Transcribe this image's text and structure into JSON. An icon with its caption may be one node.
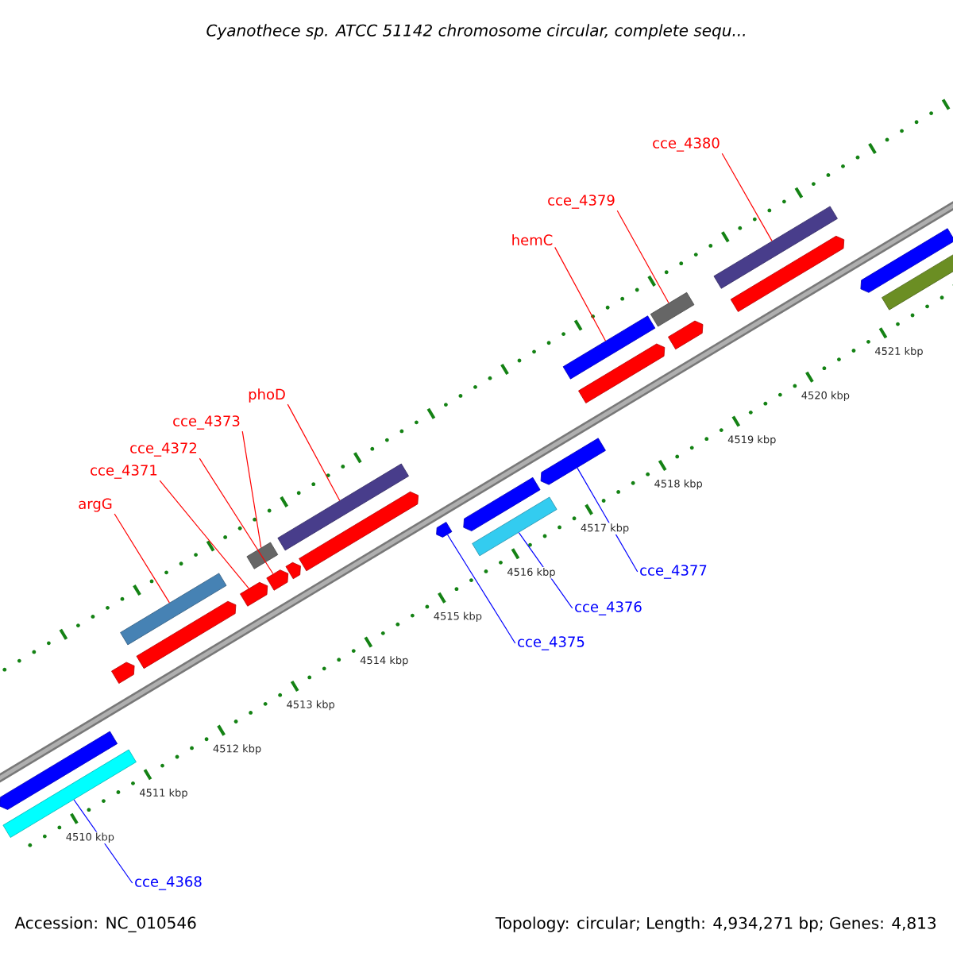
{
  "diagram": {
    "title": "Cyanothece sp. ATCC 51142 chromosome circular, complete sequ...",
    "nodes": [
      {
        "text": [
          "argG"
        ]
      },
      {
        "text": [
          "cce_4371"
        ]
      },
      {
        "text": [
          "cce_4372"
        ]
      },
      {
        "text": [
          "cce_4373"
        ]
      },
      {
        "text": [
          "phoD"
        ]
      },
      {
        "text": [
          "hemC"
        ]
      },
      {
        "text": [
          "cce_4379"
        ]
      },
      {
        "text": [
          "cce_4380"
        ]
      },
      {
        "text": [
          "cce_4368"
        ]
      },
      {
        "text": [
          "cce_4375"
        ]
      },
      {
        "text": [
          "cce_4376"
        ]
      },
      {
        "text": [
          "cce_4377"
        ]
      },
      {
        "text": [],
        "shape": "bar"
      },
      {
        "text": [],
        "shape": "bar"
      },
      {
        "text": [],
        "shape": "bar"
      },
      {
        "text": [],
        "shape": "bar"
      },
      {
        "text": [],
        "shape": "bar"
      },
      {
        "text": [],
        "shape": "bar"
      },
      {
        "text": [],
        "shape": "bar"
      },
      {
        "text": [],
        "shape": "bar"
      },
      {
        "text": [],
        "shape": "bar"
      },
      {
        "text": [],
        "shape": "bar"
      },
      {
        "text": [],
        "shape": "bar"
      },
      {
        "text": [],
        "shape": "bar"
      },
      {
        "text": [],
        "shape": "bar"
      },
      {
        "text": [],
        "shape": "bar"
      },
      {
        "text": [],
        "shape": "bar"
      },
      {
        "text": [],
        "shape": "bar"
      },
      {
        "text": [],
        "shape": "bar"
      },
      {
        "text": [],
        "shape": "bar"
      },
      {
        "text": [],
        "shape": "bar"
      },
      {
        "text": [],
        "shape": "bar"
      },
      {
        "text": [],
        "shape": "bar"
      },
      {
        "text": [],
        "shape": "bar"
      },
      {
        "text": [],
        "shape": "bar"
      }
    ],
    "edges": [
      {
        "from": 0,
        "to": 16,
        "arrow": "none"
      },
      {
        "from": 1,
        "to": 17,
        "arrow": "none"
      },
      {
        "from": 2,
        "to": 19,
        "arrow": "none"
      },
      {
        "from": 3,
        "to": 18,
        "arrow": "none"
      },
      {
        "from": 4,
        "to": 21,
        "arrow": "none"
      },
      {
        "from": 5,
        "to": 28,
        "arrow": "none"
      },
      {
        "from": 6,
        "to": 29,
        "arrow": "none"
      },
      {
        "from": 7,
        "to": 31,
        "arrow": "none"
      },
      {
        "from": 8,
        "to": 12,
        "arrow": "none",
        "color": "#0000ff"
      },
      {
        "from": 9,
        "to": 23,
        "arrow": "none",
        "color": "#0000ff"
      },
      {
        "from": 10,
        "to": 24,
        "arrow": "none",
        "color": "#0000ff"
      },
      {
        "from": 11,
        "to": 26,
        "arrow": "none",
        "color": "#0000ff"
      }
    ],
    "labels": [
      "4510 kbp",
      "4511 kbp",
      "4512 kbp",
      "4513 kbp",
      "4514 kbp",
      "4515 kbp",
      "4516 kbp",
      "4517 kbp",
      "4518 kbp",
      "4519 kbp",
      "4520 kbp",
      "4521 kbp",
      "Accession: NC_010546",
      "Topology: circular; Length: 4,934,271 bp; Genes: 4,813"
    ]
  }
}
